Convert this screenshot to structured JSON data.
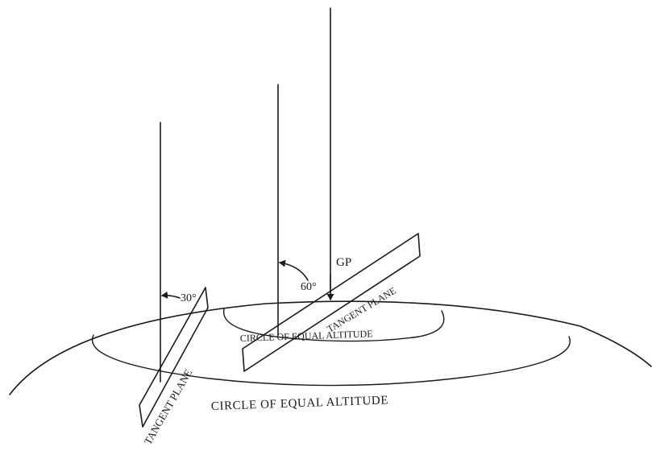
{
  "labels": {
    "gp": "GP",
    "angle_60": "60°",
    "angle_30": "30°",
    "tangent_plane_inner": "TANGENT PLANE",
    "tangent_plane_outer": "TANGENT PLANE",
    "circle_inner": "CIRCLE OF EQUAL ALTITUDE",
    "circle_outer": "CIRCLE OF EQUAL ALTITUDE"
  },
  "colors": {
    "ink": "#1a1a1a",
    "background": "#ffffff"
  }
}
